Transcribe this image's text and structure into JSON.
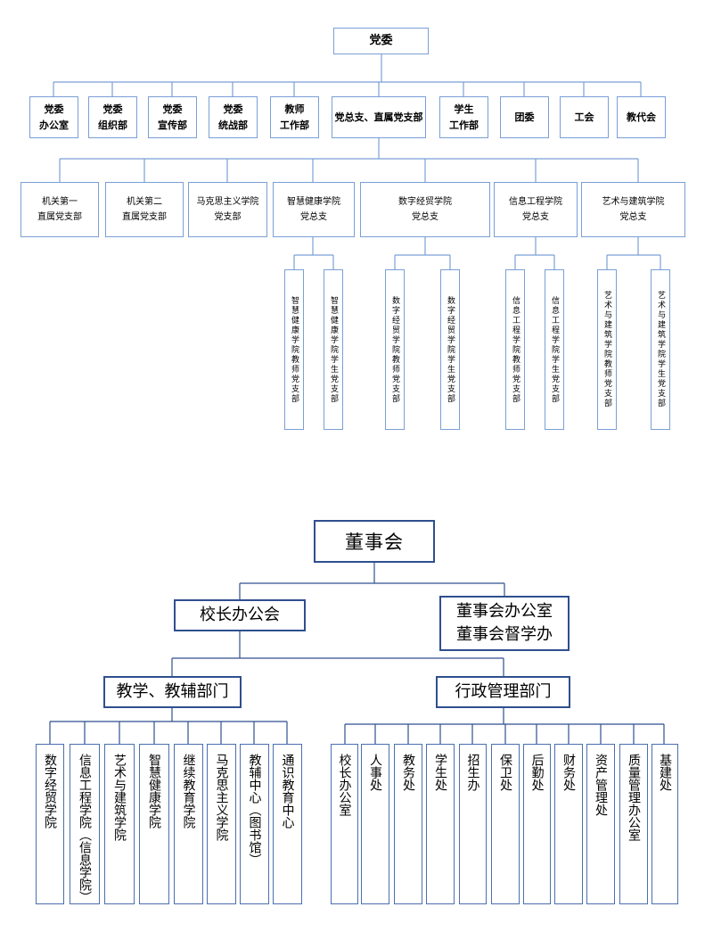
{
  "party": {
    "root": "党委",
    "level1": [
      "党委\n办公室",
      "党委\n组织部",
      "党委\n宣传部",
      "党委\n统战部",
      "教师\n工作部",
      "党总支、直属党支部",
      "学生\n工作部",
      "团委",
      "工会",
      "教代会"
    ],
    "level2": [
      "机关第一\n直属党支部",
      "机关第二\n直属党支部",
      "马克思主义学院\n党支部",
      "智慧健康学院\n党总支",
      "数字经贸学院\n党总支",
      "信息工程学院\n党总支",
      "艺术与建筑学院\n党总支"
    ],
    "level3": [
      "智慧健康学院教师党支部",
      "智慧健康学院学生党支部",
      "数字经贸学院教师党支部",
      "数字经贸学院学生党支部",
      "信息工程学院教师党支部",
      "信息工程学院学生党支部",
      "艺术与建筑学院教师党支部",
      "艺术与建筑学院学生党支部"
    ]
  },
  "board": {
    "root": "董事会",
    "president_office": "校长办公会",
    "board_office": "董事会办公室\n董事会督学办",
    "teaching": "教学、教辅部门",
    "admin": "行政管理部门",
    "teaching_units": [
      "数字经贸学院",
      "信息工程学院（信息学院）",
      "艺术与建筑学院",
      "智慧健康学院",
      "继续教育学院",
      "马克思主义学院",
      "教辅中心（图书馆）",
      "通识教育中心"
    ],
    "admin_units": [
      "校长办公室",
      "人事处",
      "教务处",
      "学生处",
      "招生办",
      "保卫处",
      "后勤处",
      "财务处",
      "资产管理处",
      "质量管理办公室",
      "基建处"
    ]
  },
  "colors": {
    "top_line": "#7a9fd6",
    "bottom_line": "#2f4f8f"
  }
}
